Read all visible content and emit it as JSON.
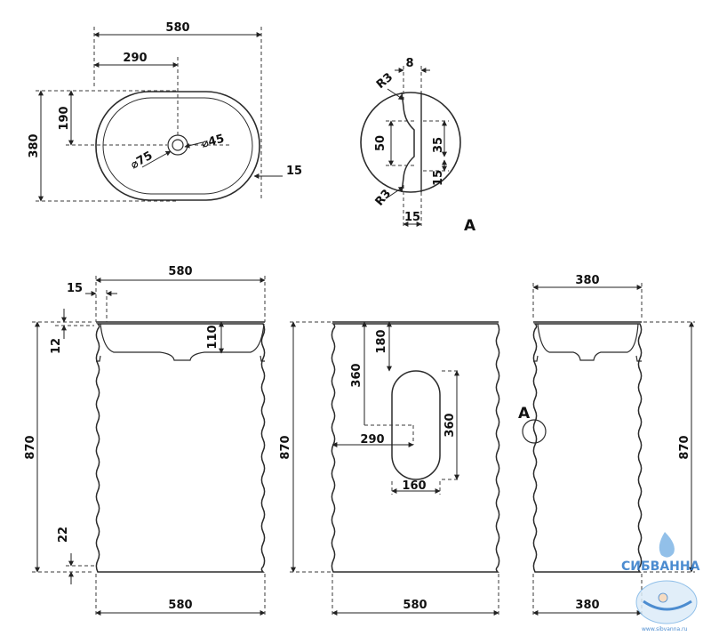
{
  "top_view": {
    "width": "580",
    "half_width": "290",
    "depth": "380",
    "half_depth": "190",
    "hole_outer": "⌀75",
    "hole_inner": "⌀45",
    "wall": "15"
  },
  "detail_a": {
    "letter": "A",
    "top_width": "8",
    "radius_top": "R3",
    "radius_bottom": "R3",
    "height_50": "50",
    "height_35": "35",
    "height_15": "15",
    "bottom_width": "15"
  },
  "front_view": {
    "width_top": "580",
    "wall": "15",
    "rim": "12",
    "bowl_depth": "110",
    "height": "870",
    "base": "22",
    "width_bottom": "580"
  },
  "back_view": {
    "offset_180": "180",
    "offset_360": "360",
    "slot_height": "360",
    "center_290": "290",
    "slot_width": "160",
    "height": "870",
    "width_bottom": "580"
  },
  "side_view": {
    "width_top": "380",
    "detail_ref": "A",
    "height": "870",
    "width_bottom": "380"
  },
  "watermark": {
    "brand": "СИБВАННА",
    "url": "www.sibvanna.ru"
  }
}
